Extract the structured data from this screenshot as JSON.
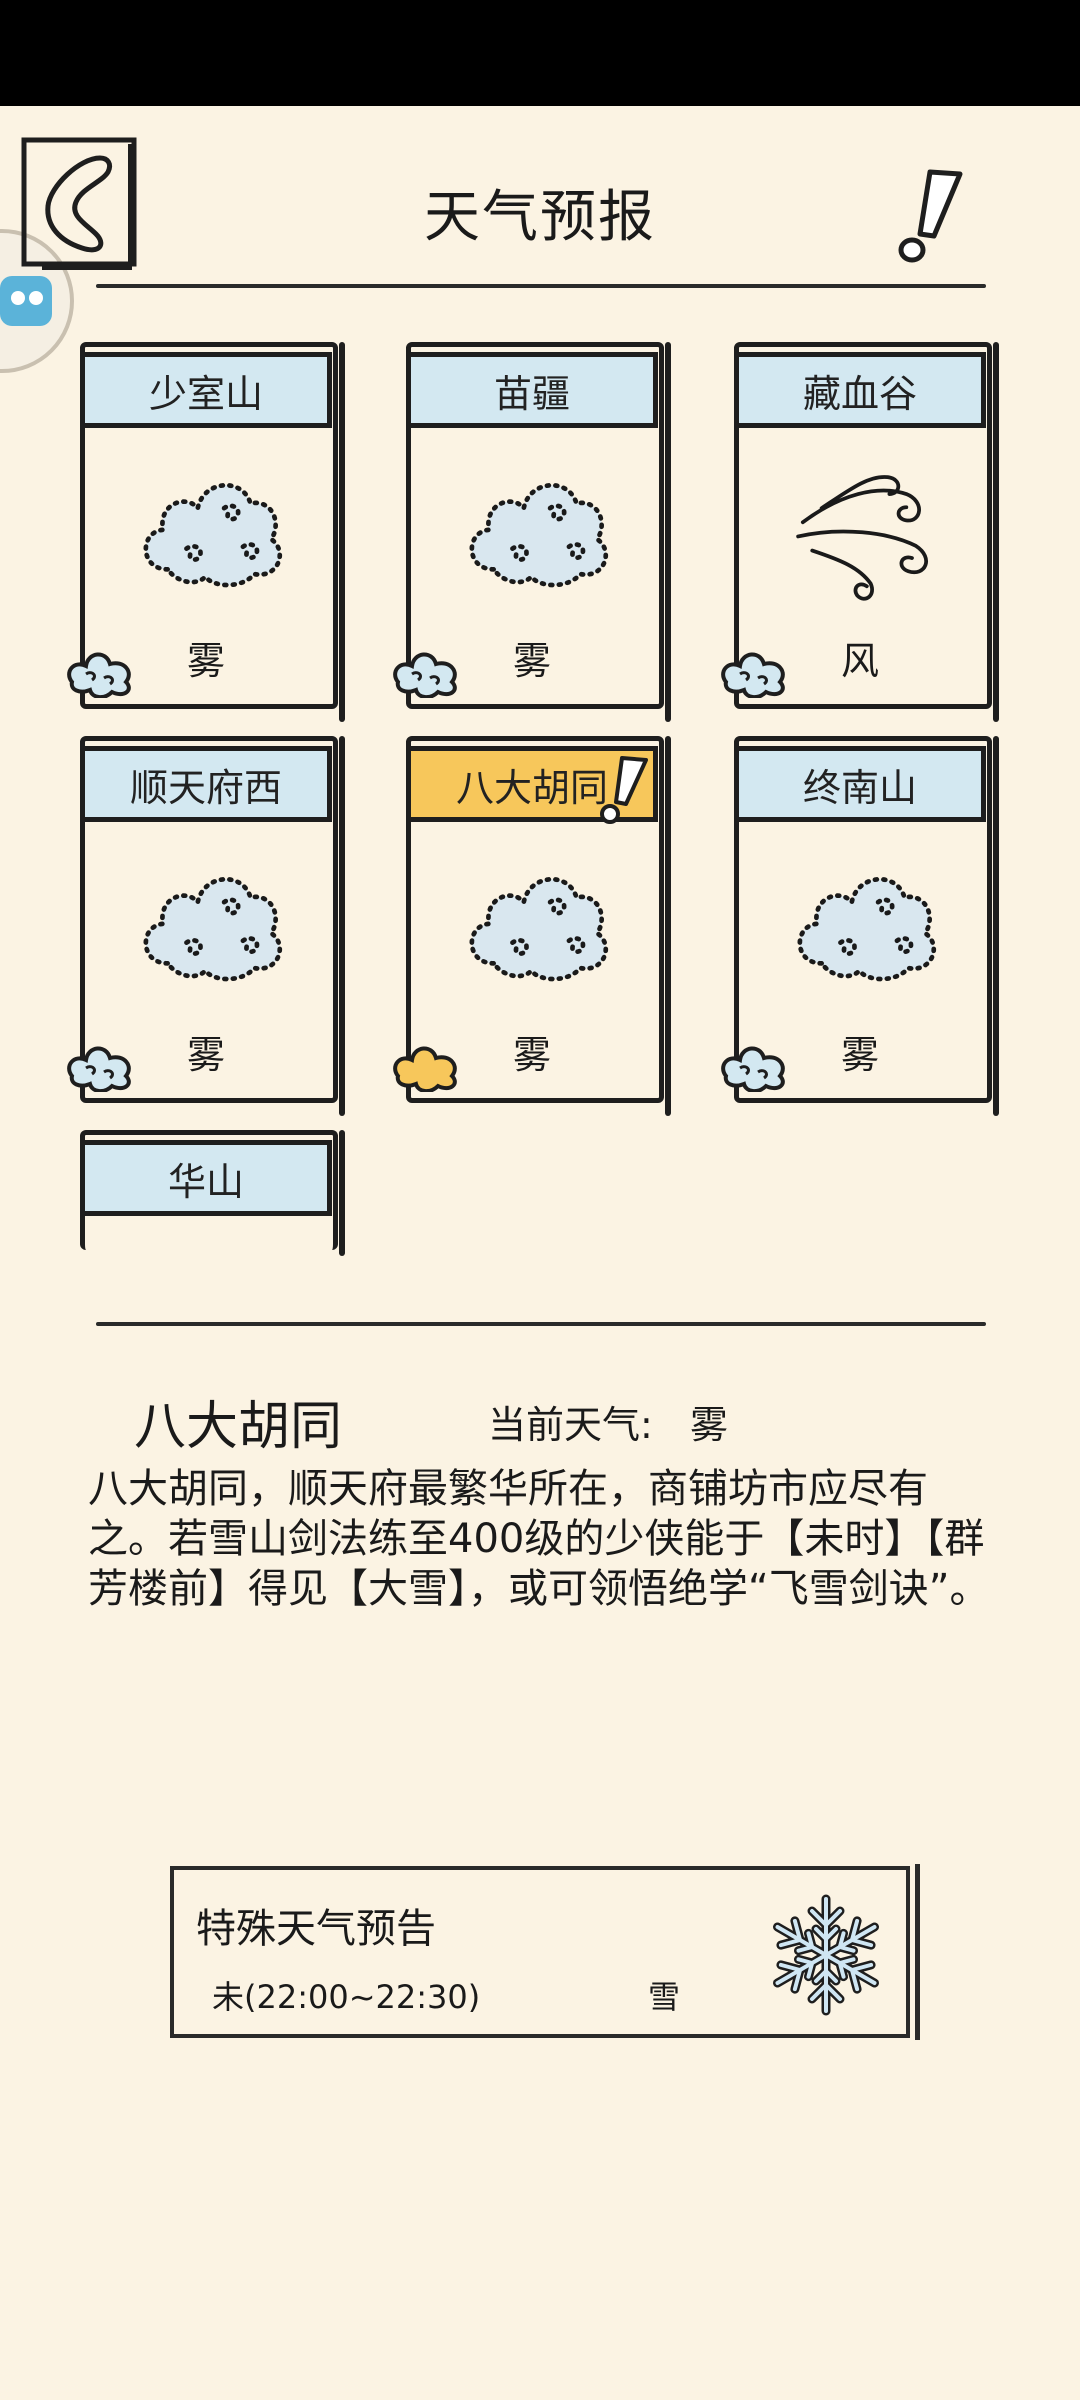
{
  "header": {
    "title": "天气预报"
  },
  "cards": [
    {
      "location": "少室山",
      "weather": "雾",
      "icon": "fog-icon",
      "selected": false
    },
    {
      "location": "苗疆",
      "weather": "雾",
      "icon": "fog-icon",
      "selected": false
    },
    {
      "location": "藏血谷",
      "weather": "风",
      "icon": "wind-icon",
      "selected": false
    },
    {
      "location": "顺天府西",
      "weather": "雾",
      "icon": "fog-icon",
      "selected": false
    },
    {
      "location": "八大胡同",
      "weather": "雾",
      "icon": "fog-icon",
      "selected": true
    },
    {
      "location": "终南山",
      "weather": "雾",
      "icon": "fog-icon",
      "selected": false
    },
    {
      "location": "华山"
    }
  ],
  "detail": {
    "location": "八大胡同",
    "weather_label": "当前天气:",
    "weather_value": "雾",
    "description": "八大胡同，顺天府最繁华所在，商铺坊市应尽有之。若雪山剑法练至400级的少侠能于【未时】【群芳楼前】得见【大雪】，或可领悟绝学“飞雪剑诀”。"
  },
  "special_forecast": {
    "title": "特殊天气预告",
    "time": "未(22:00~22:30)",
    "weather": "雪",
    "icon": "snowflake-icon"
  },
  "colors": {
    "background": "#fbf3e3",
    "card_header": "#d3e8f1",
    "card_header_active": "#f7c75b",
    "ink": "#1e1e1e",
    "icon_fill": "#d9e7ef"
  }
}
